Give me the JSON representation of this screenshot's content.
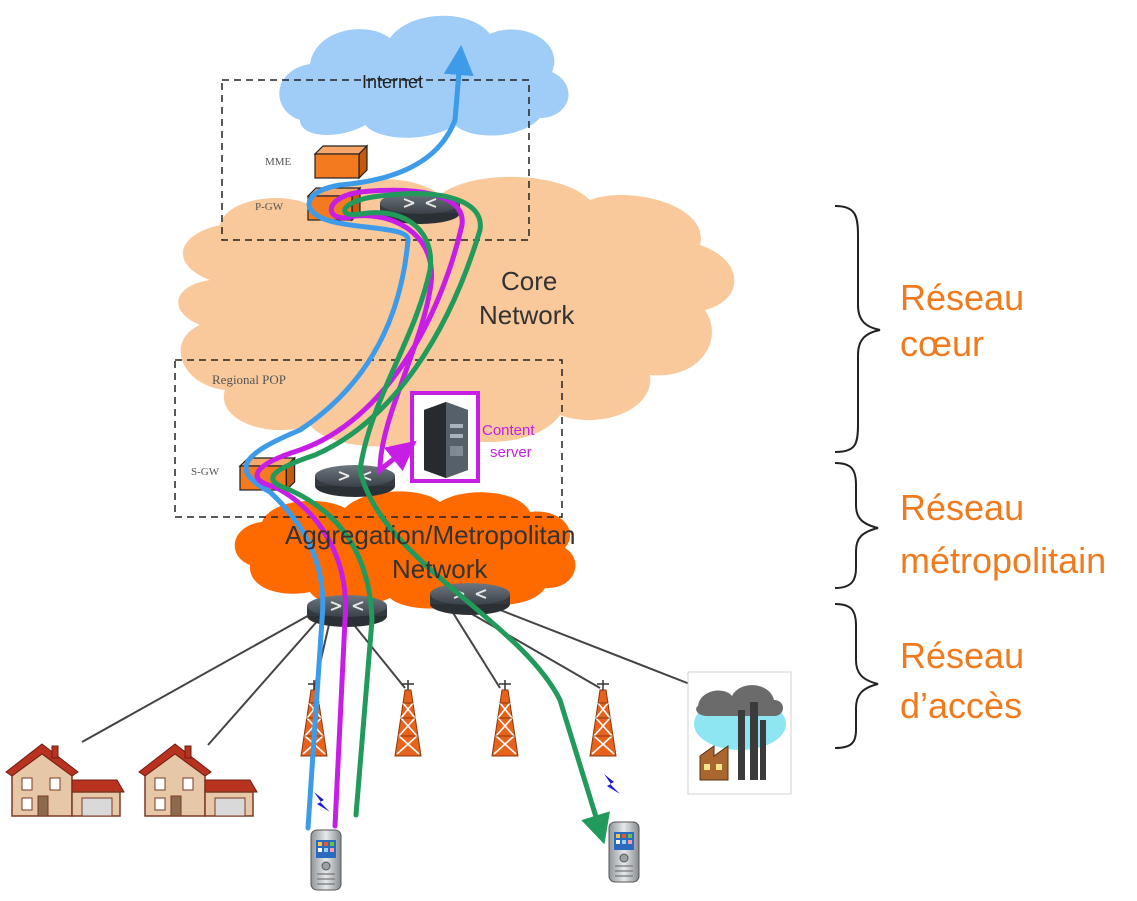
{
  "labels": {
    "internet": "Internet",
    "mme": "MME",
    "pgw": "P-GW",
    "core_network_line1": "Core",
    "core_network_line2": "Network",
    "regional_pop": "Regional POP",
    "sgw": "S-GW",
    "content_server_line1": "Content",
    "content_server_line2": "server",
    "aggregation_line1": "Aggregation/Metropolitan",
    "aggregation_line2": "Network"
  },
  "layers": [
    {
      "line1": "Réseau",
      "line2": "cœur"
    },
    {
      "line1": "Réseau",
      "line2": "métropolitain"
    },
    {
      "line1": "Réseau",
      "line2": "d’accès"
    }
  ],
  "colors": {
    "internet_cloud": "#9fcdf8",
    "core_cloud": "#f9c99b",
    "aggregation_cloud": "#ff6a00",
    "path_blue": "#3d9be9",
    "path_magenta": "#c71ee6",
    "path_green": "#219a5c",
    "layer_text": "#f07a1e",
    "gateway_box": "#f47a20",
    "content_frame": "#c71ee6"
  },
  "icons": [
    "cloud",
    "router",
    "gateway-box",
    "server",
    "cell-tower",
    "house",
    "factory",
    "mobile-phone",
    "lightning"
  ]
}
